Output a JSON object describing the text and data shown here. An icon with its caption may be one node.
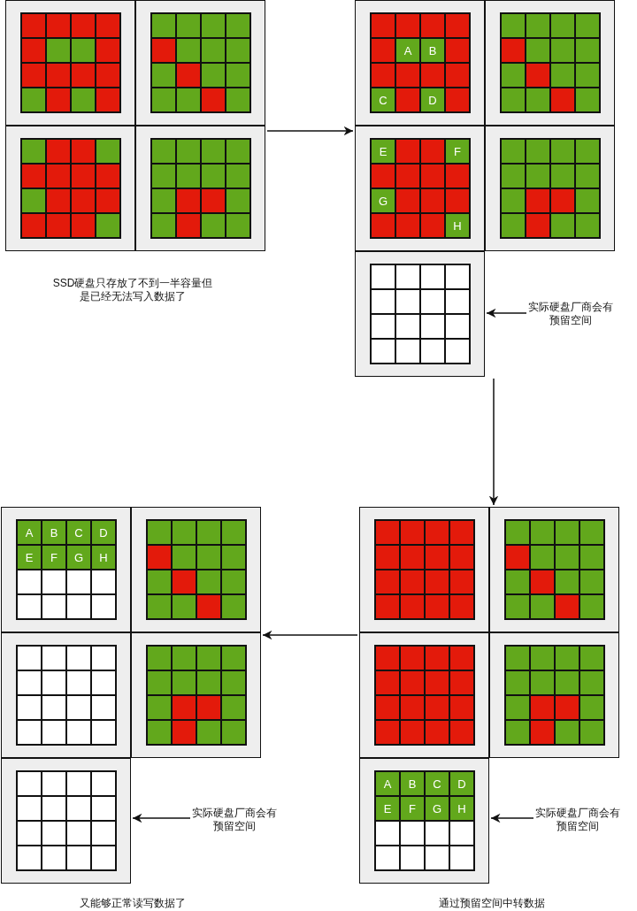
{
  "diagram": {
    "nodes": [
      {
        "text": [],
        "shape": "box"
      },
      {
        "text": [],
        "shape": "box",
        "in": 0
      },
      {
        "text": [],
        "shape": "box",
        "in": 0
      },
      {
        "text": [],
        "shape": "box",
        "in": 0
      },
      {
        "text": [],
        "shape": "box",
        "in": 0
      },
      {
        "text": [],
        "shape": "box"
      },
      {
        "text": [],
        "shape": "box",
        "in": 5
      },
      {
        "text": [],
        "shape": "box",
        "in": 5
      },
      {
        "text": [],
        "shape": "box",
        "in": 5
      },
      {
        "text": [],
        "shape": "box",
        "in": 5
      },
      {
        "text": [],
        "shape": "box",
        "in": 5
      },
      {
        "text": [
          "实际硬盘厂商会有预留空间"
        ]
      },
      {
        "text": [],
        "shape": "box"
      },
      {
        "text": [],
        "shape": "box",
        "in": 12
      },
      {
        "text": [],
        "shape": "box",
        "in": 12
      },
      {
        "text": [],
        "shape": "box",
        "in": 12
      },
      {
        "text": [],
        "shape": "box",
        "in": 12
      },
      {
        "text": [],
        "shape": "box",
        "in": 12
      },
      {
        "text": [
          "实际硬盘厂商会有预留空间"
        ]
      },
      {
        "text": [],
        "shape": "box"
      },
      {
        "text": [],
        "shape": "box",
        "in": 19
      },
      {
        "text": [],
        "shape": "box",
        "in": 19
      },
      {
        "text": [],
        "shape": "box",
        "in": 19
      },
      {
        "text": [],
        "shape": "box",
        "in": 19
      },
      {
        "text": [],
        "shape": "box",
        "in": 19
      },
      {
        "text": [
          "实际硬盘厂商会有预留空间"
        ]
      }
    ],
    "edges": [
      {
        "from": 0,
        "to": 5,
        "arrow": "to"
      },
      {
        "from": 11,
        "to": 10,
        "arrow": "to"
      },
      {
        "from": 5,
        "to": 12,
        "arrow": "to"
      },
      {
        "from": 18,
        "to": 17,
        "arrow": "to"
      },
      {
        "from": 12,
        "to": 19,
        "arrow": "to"
      },
      {
        "from": 25,
        "to": 24,
        "arrow": "to"
      }
    ],
    "labels": [
      "SSD硬盘只存放了不到一半容量但是已经无法写入数据了",
      "A",
      "B",
      "C",
      "D",
      "E",
      "F",
      "G",
      "H",
      "A",
      "B",
      "C",
      "D",
      "E",
      "F",
      "G",
      "H",
      "A",
      "B",
      "C",
      "D",
      "E",
      "F",
      "G",
      "H",
      "又能够正常读写数据了",
      "通过预留空间中转数据"
    ]
  }
}
